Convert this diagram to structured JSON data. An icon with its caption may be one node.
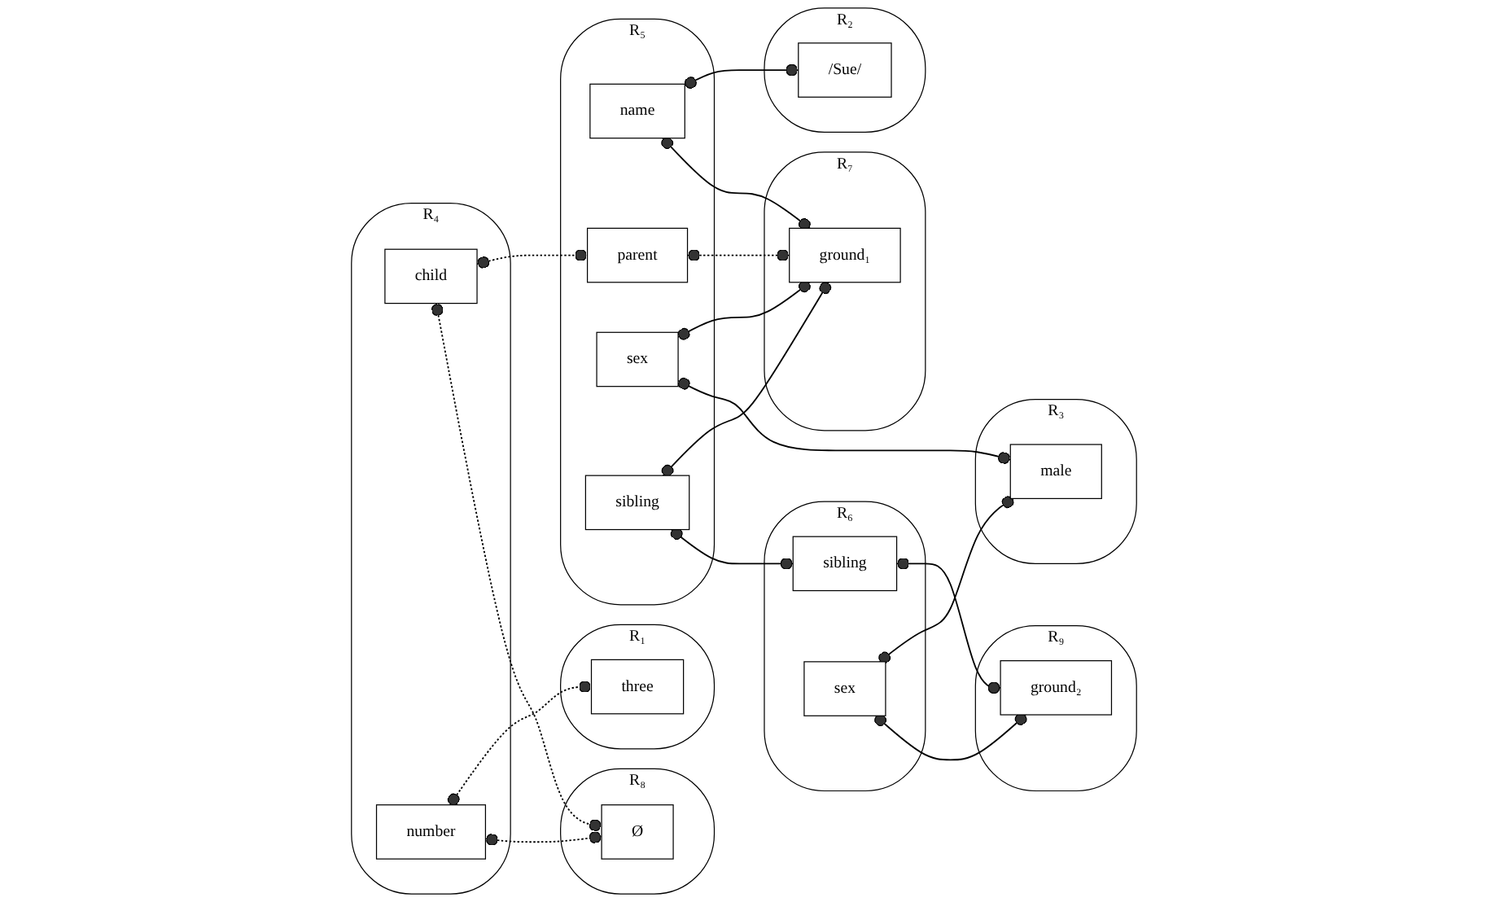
{
  "diagram": {
    "nodes": [
      {
        "text": [
          "R₄"
        ]
      },
      {
        "text": [
          "child"
        ],
        "in": 0
      },
      {
        "text": [
          "number"
        ],
        "in": 0
      },
      {
        "text": [
          "R₅"
        ]
      },
      {
        "text": [
          "name"
        ],
        "in": 3
      },
      {
        "text": [
          "parent"
        ],
        "in": 3
      },
      {
        "text": [
          "sex"
        ],
        "in": 3
      },
      {
        "text": [
          "sibling"
        ],
        "in": 3
      },
      {
        "text": [
          "R₂"
        ]
      },
      {
        "text": [
          "/Sue/"
        ],
        "in": 8
      },
      {
        "text": [
          "R₃"
        ]
      },
      {
        "text": [
          "male"
        ],
        "in": 10
      },
      {
        "text": [
          "R₈"
        ]
      },
      {
        "text": [
          "Ø"
        ],
        "in": 12
      },
      {
        "text": [
          "R₆"
        ]
      },
      {
        "text": [
          "sibling"
        ],
        "in": 14
      },
      {
        "text": [
          "sex"
        ],
        "in": 14
      },
      {
        "text": [
          "R₇"
        ]
      },
      {
        "text": [
          "ground₁"
        ],
        "in": 17
      },
      {
        "text": [
          "R₁"
        ]
      },
      {
        "text": [
          "three"
        ],
        "in": 19
      },
      {
        "text": [
          "R₉"
        ]
      },
      {
        "text": [
          "ground₂"
        ],
        "in": 21
      }
    ],
    "edges": [
      {
        "from": 1,
        "to": 5,
        "arrow": "other",
        "style": "dashed"
      },
      {
        "from": 1,
        "to": 13,
        "arrow": "other",
        "style": "dashed"
      },
      {
        "from": 2,
        "to": 20,
        "arrow": "other",
        "style": "dashed"
      },
      {
        "from": 2,
        "to": 13,
        "arrow": "other",
        "style": "dashed"
      },
      {
        "from": 5,
        "to": 18,
        "arrow": "other",
        "style": "dashed"
      },
      {
        "from": 4,
        "to": 9,
        "arrow": "other"
      },
      {
        "from": 4,
        "to": 18,
        "arrow": "other"
      },
      {
        "from": 6,
        "to": 18,
        "arrow": "other"
      },
      {
        "from": 6,
        "to": 11,
        "arrow": "other"
      },
      {
        "from": 7,
        "to": 18,
        "arrow": "other"
      },
      {
        "from": 7,
        "to": 15,
        "arrow": "other"
      },
      {
        "from": 15,
        "to": 22,
        "arrow": "other"
      },
      {
        "from": 16,
        "to": 11,
        "arrow": "other"
      },
      {
        "from": 16,
        "to": 22,
        "arrow": "other"
      }
    ]
  }
}
